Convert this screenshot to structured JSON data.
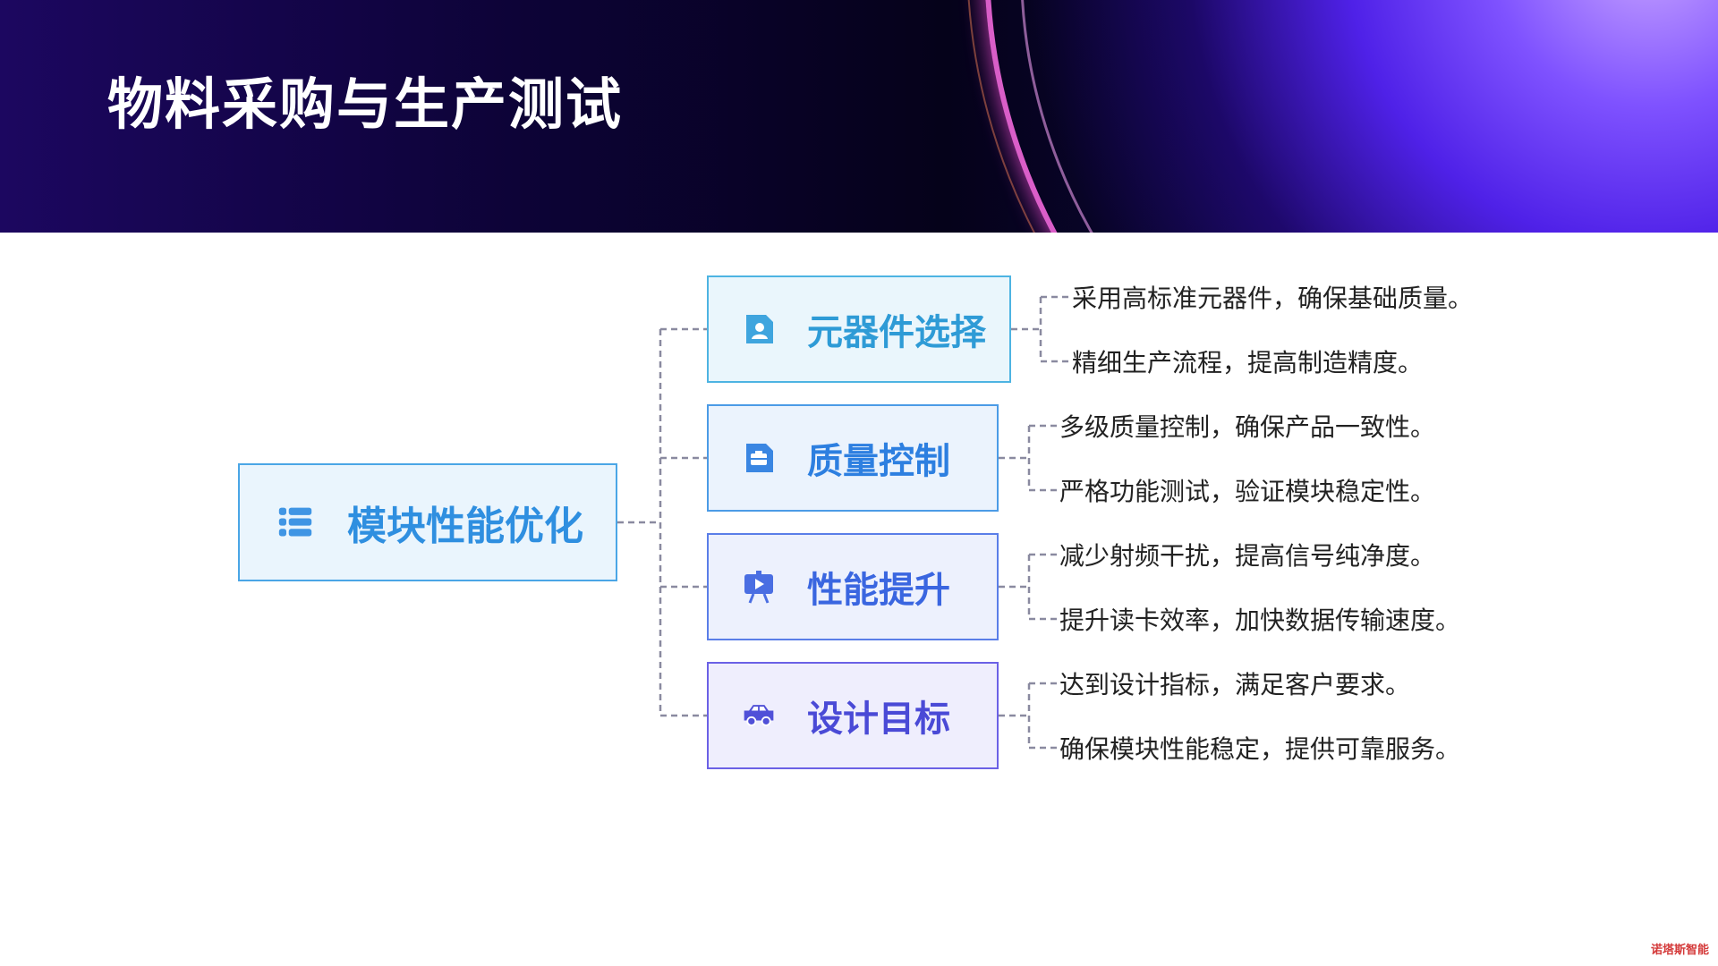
{
  "header": {
    "title": "物料采购与生产测试"
  },
  "diagram": {
    "root": {
      "label": "模块性能优化",
      "icon": "list-icon"
    },
    "branches": [
      {
        "label": "元器件选择",
        "icon": "person-card-icon",
        "color": "#2e9bd6",
        "items": [
          "采用高标准元器件，确保基础质量。",
          "精细生产流程，提高制造精度。"
        ]
      },
      {
        "label": "质量控制",
        "icon": "toolbox-icon",
        "color": "#2d7fe0",
        "items": [
          "多级质量控制，确保产品一致性。",
          "严格功能测试，验证模块稳定性。"
        ]
      },
      {
        "label": "性能提升",
        "icon": "presentation-icon",
        "color": "#3a66e0",
        "items": [
          "减少射频干扰，提高信号纯净度。",
          "提升读卡效率，加快数据传输速度。"
        ]
      },
      {
        "label": "设计目标",
        "icon": "car-icon",
        "color": "#4a4ad6",
        "items": [
          "达到设计指标，满足客户要求。",
          "确保模块性能稳定，提供可靠服务。"
        ]
      }
    ]
  },
  "watermark": "诺塔斯智能"
}
